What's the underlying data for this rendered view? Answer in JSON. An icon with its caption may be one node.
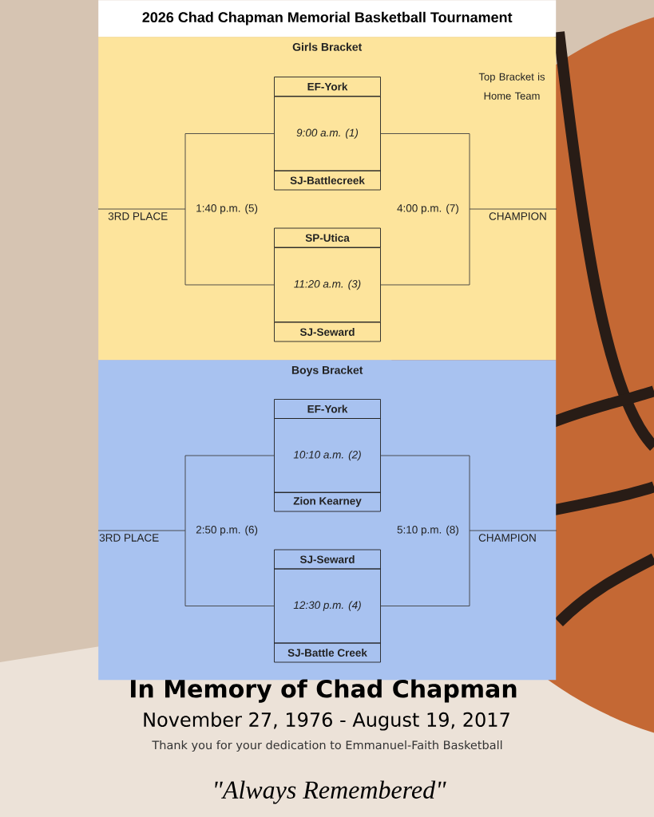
{
  "diagram": {
    "title": "2026 Chad Chapman Memorial Basketball Tournament",
    "nodes": [
      {
        "text": [
          "Girls Bracket"
        ]
      },
      {
        "text": [
          "EF-York"
        ],
        "in": 0
      },
      {
        "text": [
          "9:00 a.m. (1)"
        ],
        "in": 0
      },
      {
        "text": [
          "SJ-Battlecreek"
        ],
        "in": 0
      },
      {
        "text": [
          "1:40 p.m. (5)"
        ],
        "in": 0
      },
      {
        "text": [
          "4:00 p.m. (7)"
        ],
        "in": 0
      },
      {
        "text": [
          "3RD PLACE"
        ],
        "in": 0
      },
      {
        "text": [
          "CHAMPION"
        ],
        "in": 0
      },
      {
        "text": [
          "SP-Utica"
        ],
        "in": 0
      },
      {
        "text": [
          "11:20 a.m. (3)"
        ],
        "in": 0
      },
      {
        "text": [
          "SJ-Seward"
        ],
        "in": 0
      },
      {
        "text": [
          "Boys Bracket"
        ]
      },
      {
        "text": [
          "EF-York"
        ],
        "in": 11
      },
      {
        "text": [
          "10:10 a.m. (2)"
        ],
        "in": 11
      },
      {
        "text": [
          "Zion Kearney"
        ],
        "in": 11
      },
      {
        "text": [
          "2:50 p.m. (6)"
        ],
        "in": 11
      },
      {
        "text": [
          "5:10 p.m. (8)"
        ],
        "in": 11
      },
      {
        "text": [
          "3RD PLACE"
        ],
        "in": 11
      },
      {
        "text": [
          "CHAMPION"
        ],
        "in": 11
      },
      {
        "text": [
          "SJ-Seward"
        ],
        "in": 11
      },
      {
        "text": [
          "12:30 p.m. (4)"
        ],
        "in": 11
      },
      {
        "text": [
          "SJ-Battle Creek"
        ],
        "in": 11
      }
    ],
    "edges": [
      {
        "from": 2,
        "to": 4,
        "arrow": "none"
      },
      {
        "from": 9,
        "to": 4,
        "arrow": "none"
      },
      {
        "from": 4,
        "to": 6,
        "arrow": "none"
      },
      {
        "from": 2,
        "to": 5,
        "arrow": "none"
      },
      {
        "from": 9,
        "to": 5,
        "arrow": "none"
      },
      {
        "from": 5,
        "to": 7,
        "arrow": "none"
      },
      {
        "from": 13,
        "to": 15,
        "arrow": "none"
      },
      {
        "from": 20,
        "to": 15,
        "arrow": "none"
      },
      {
        "from": 15,
        "to": 17,
        "arrow": "none"
      },
      {
        "from": 13,
        "to": 16,
        "arrow": "none"
      },
      {
        "from": 20,
        "to": 16,
        "arrow": "none"
      },
      {
        "from": 16,
        "to": 18,
        "arrow": "none"
      }
    ],
    "labels": [
      "Top Bracket is Home Team",
      "In Memory of Chad Chapman",
      "November 27, 1976 - August 19, 2017",
      "Thank you for your dedication to Emmanuel-Faith Basketball",
      "\"Always Remembered\""
    ]
  }
}
